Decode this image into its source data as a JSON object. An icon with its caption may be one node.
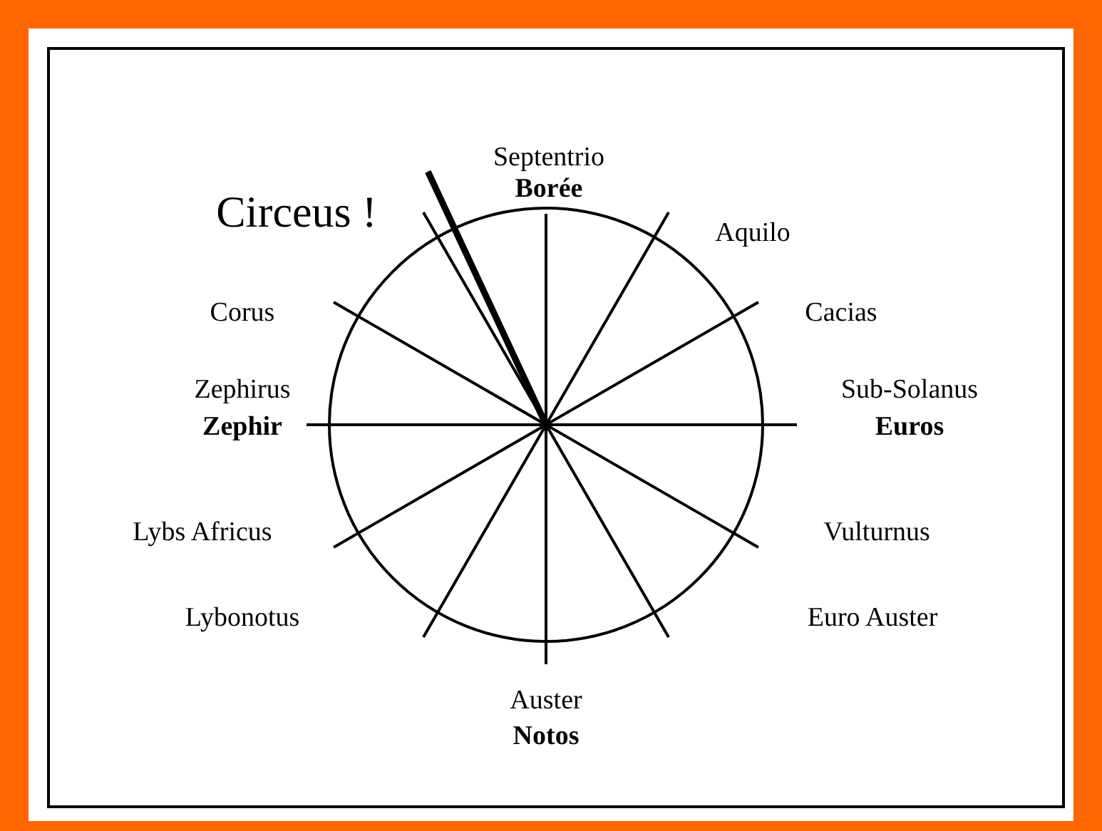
{
  "diagram": {
    "labels": [
      "Septentrio",
      "Borée",
      "Circeus !",
      "Aquilo",
      "Corus",
      "Cacias",
      "Zephirus",
      "Zephir",
      "Sub-Solanus",
      "Euros",
      "Lybs Africus",
      "Vulturnus",
      "Lybonotus",
      "Euro Auster",
      "Auster",
      "Notos"
    ]
  }
}
